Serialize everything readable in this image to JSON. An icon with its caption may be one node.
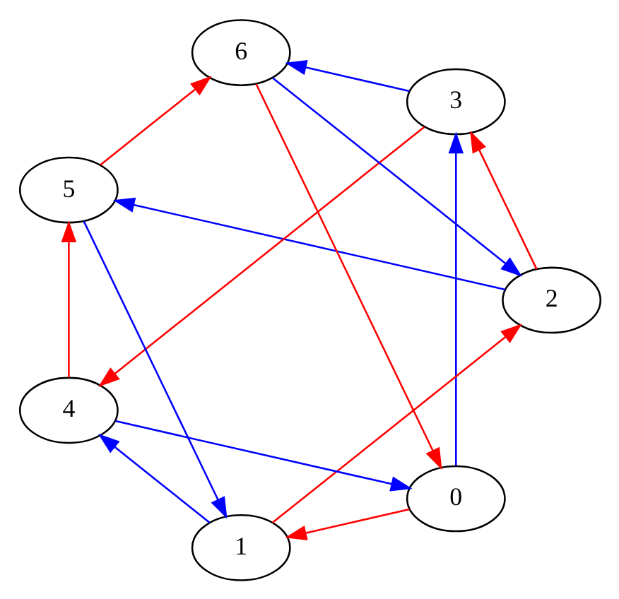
{
  "diagram": {
    "nodes": [
      {
        "text": [
          "0"
        ]
      },
      {
        "text": [
          "1"
        ]
      },
      {
        "text": [
          "2"
        ]
      },
      {
        "text": [
          "3"
        ]
      },
      {
        "text": [
          "4"
        ]
      },
      {
        "text": [
          "5"
        ]
      },
      {
        "text": [
          "6"
        ]
      }
    ],
    "edges": [
      {
        "from": 6,
        "to": 2,
        "arrow": "to",
        "color": "#0000ff"
      },
      {
        "from": 2,
        "to": 5,
        "arrow": "to",
        "color": "#0000ff"
      },
      {
        "from": 2,
        "to": 3,
        "arrow": "to",
        "color": "#ff0000"
      },
      {
        "from": 5,
        "to": 6,
        "arrow": "to",
        "color": "#ff0000"
      },
      {
        "from": 6,
        "to": 0,
        "arrow": "to",
        "color": "#ff0000"
      },
      {
        "from": 3,
        "to": 6,
        "arrow": "to",
        "color": "#0000ff"
      },
      {
        "from": 3,
        "to": 4,
        "arrow": "to",
        "color": "#ff0000"
      },
      {
        "from": 4,
        "to": 5,
        "arrow": "to",
        "color": "#ff0000"
      },
      {
        "from": 5,
        "to": 1,
        "arrow": "to",
        "color": "#0000ff"
      },
      {
        "from": 4,
        "to": 0,
        "arrow": "to",
        "color": "#0000ff"
      },
      {
        "from": 0,
        "to": 3,
        "arrow": "to",
        "color": "#0000ff"
      },
      {
        "from": 0,
        "to": 1,
        "arrow": "to",
        "color": "#ff0000"
      },
      {
        "from": 1,
        "to": 4,
        "arrow": "to",
        "color": "#0000ff"
      },
      {
        "from": 1,
        "to": 2,
        "arrow": "to",
        "color": "#ff0000"
      }
    ]
  }
}
